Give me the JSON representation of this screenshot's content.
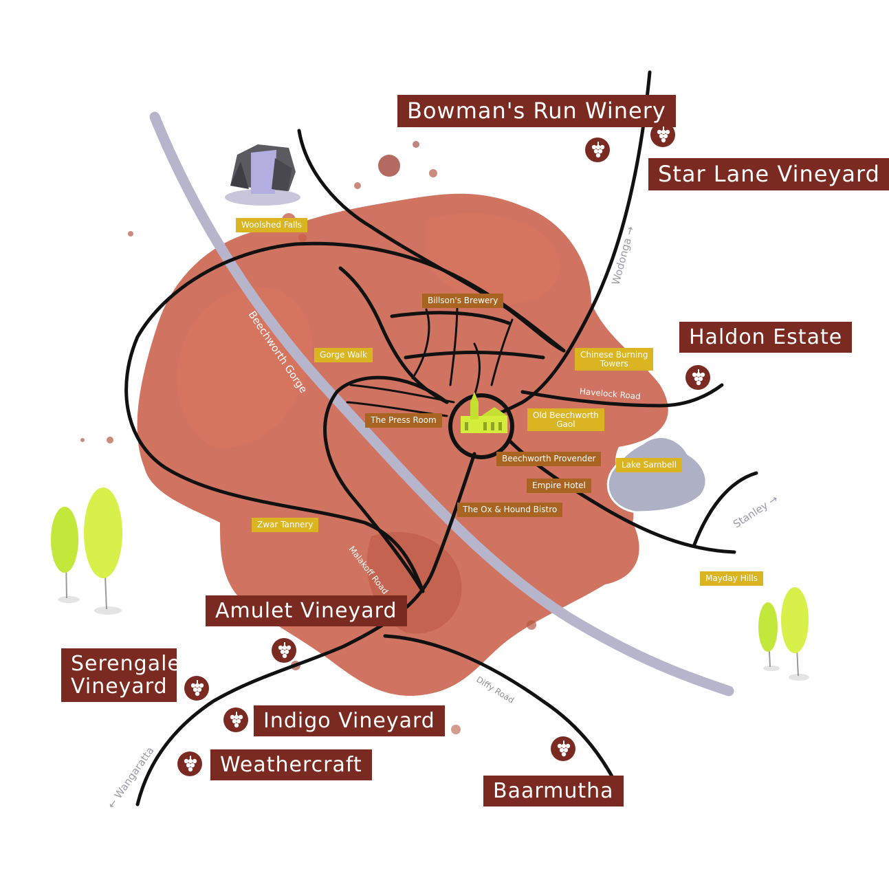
{
  "colors": {
    "wine": "#7a2a20",
    "blob": "#c9604a",
    "road": "#111111",
    "gorge_river": "#b7b5cc",
    "lake": "#aeb1c6",
    "poi_yellow": "#dbb521",
    "poi_brown": "#a86420"
  },
  "wineries": [
    {
      "name": "Bowman's Run Winery"
    },
    {
      "name": "Star Lane Vineyard"
    },
    {
      "name": "Haldon Estate"
    },
    {
      "name": "Amulet Vineyard"
    },
    {
      "name": "Serengale\nVineyard"
    },
    {
      "name": "Indigo Vineyard"
    },
    {
      "name": "Weathercraft"
    },
    {
      "name": "Baarmutha"
    }
  ],
  "pois": {
    "woolshed_falls": "Woolshed Falls",
    "billsons_brewery": "Billson's Brewery",
    "gorge_walk": "Gorge Walk",
    "chinese_burning_towers": "Chinese Burning\nTowers",
    "the_press_room": "The Press Room",
    "old_beechworth_gaol": "Old Beechworth\nGaol",
    "beechworth_provender": "Beechworth Provender",
    "lake_sambell": "Lake Sambell",
    "empire_hotel": "Empire Hotel",
    "the_ox_hound_bistro": "The Ox & Hound Bistro",
    "zwar_tannery": "Zwar Tannery",
    "mayday_hills": "Mayday Hills"
  },
  "roads": {
    "havelock_road": "Havelock Road",
    "malakoff_road": "Malakoff Road",
    "diffy_road": "Diffy Road"
  },
  "directions": {
    "wodonga": "Wodonga →",
    "stanley": "Stanley →",
    "wangaratta": "← Wangaratta"
  },
  "gorge_label": "Beechworth Gorge",
  "icons": {
    "winery": "grape-icon",
    "waterfall": "waterfall-icon",
    "town_hall": "town-hall-icon",
    "tree": "tree-icon",
    "lake": "lake-icon"
  }
}
